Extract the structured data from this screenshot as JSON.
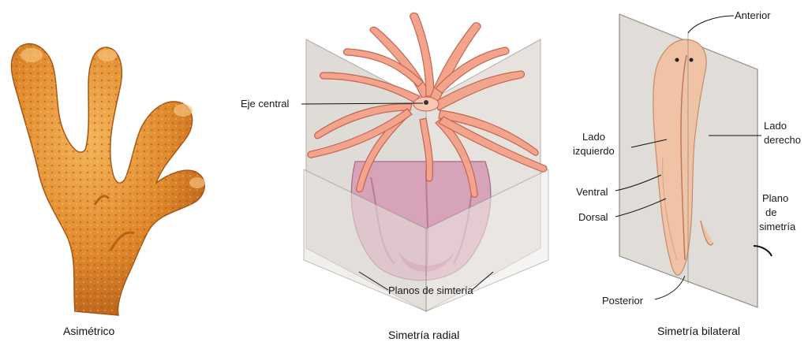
{
  "panels": {
    "asymmetric": {
      "caption": "Asimétrico"
    },
    "radial": {
      "caption": "Simetría radial",
      "labels": {
        "central_axis": "Eje central",
        "planes": "Planos de simtería"
      }
    },
    "bilateral": {
      "caption": "Simetría bilateral",
      "labels": {
        "anterior": "Anterior",
        "left_side_1": "Lado",
        "left_side_2": "izquierdo",
        "right_side_1": "Lado",
        "right_side_2": "derecho",
        "ventral": "Ventral",
        "dorsal": "Dorsal",
        "plane_1": "Plano",
        "plane_2": "de",
        "plane_3": "simetría",
        "posterior": "Posterior"
      }
    }
  },
  "colors": {
    "sponge": "#e08a2c",
    "sponge_dark": "#b9601a",
    "tentacle": "#f2a58c",
    "tentacle_dark": "#d46f5c",
    "body_pink": "#d7a3b8",
    "plane": "#d9d6d0",
    "worm": "#f1c3a6"
  }
}
